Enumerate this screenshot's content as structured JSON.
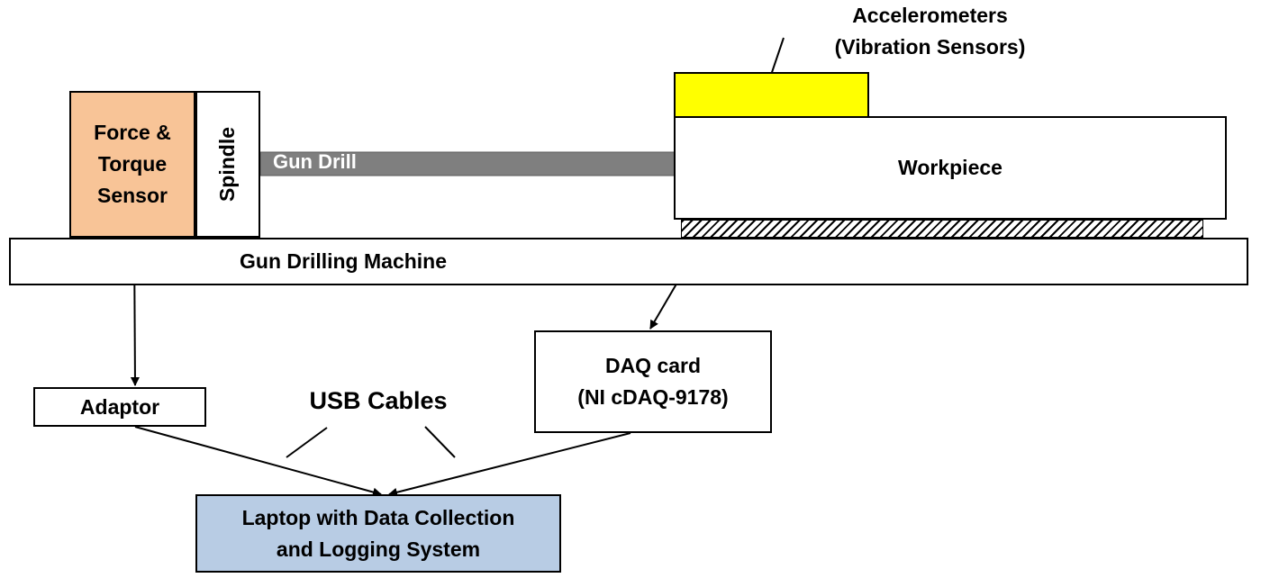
{
  "labels": {
    "force_sensor": [
      "Force &",
      "Torque",
      "Sensor"
    ],
    "spindle": "Spindle",
    "gun_drill": "Gun Drill",
    "workpiece": "Workpiece",
    "machine": "Gun Drilling Machine",
    "accelerometers": [
      "Accelerometers",
      "(Vibration Sensors)"
    ],
    "daq": [
      "DAQ card",
      "(NI cDAQ-9178)"
    ],
    "adaptor": "Adaptor",
    "usb_cables": "USB Cables",
    "laptop": [
      "Laptop with Data Collection",
      "and Logging System"
    ]
  },
  "colors": {
    "force_sensor_fill": "#f8c497",
    "accelerometer_fill": "#ffff00",
    "laptop_fill": "#b8cce4",
    "drill_fill": "#7f7f7f"
  }
}
